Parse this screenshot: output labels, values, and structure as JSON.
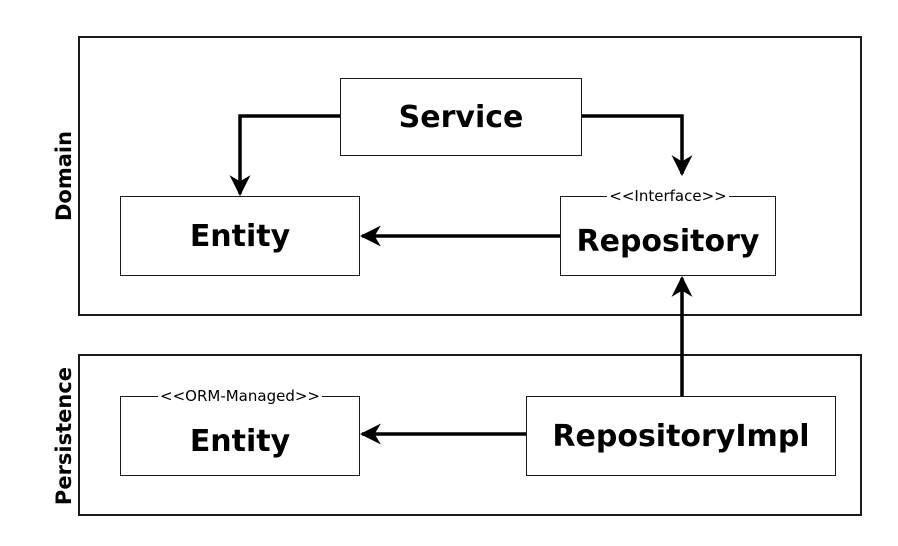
{
  "layers": {
    "domain": {
      "label": "Domain"
    },
    "persistence": {
      "label": "Persistence"
    }
  },
  "boxes": {
    "service": {
      "name": "Service"
    },
    "domain_entity": {
      "name": "Entity"
    },
    "repository": {
      "name": "Repository",
      "stereotype": "<<Interface>>"
    },
    "orm_entity": {
      "name": "Entity",
      "stereotype": "<<ORM-Managed>>"
    },
    "repository_impl": {
      "name": "RepositoryImpl"
    }
  },
  "edges": [
    {
      "from": "Service",
      "to": "Entity"
    },
    {
      "from": "Service",
      "to": "Repository"
    },
    {
      "from": "Repository",
      "to": "Entity"
    },
    {
      "from": "RepositoryImpl",
      "to": "Repository"
    },
    {
      "from": "RepositoryImpl",
      "to": "Entity"
    }
  ]
}
